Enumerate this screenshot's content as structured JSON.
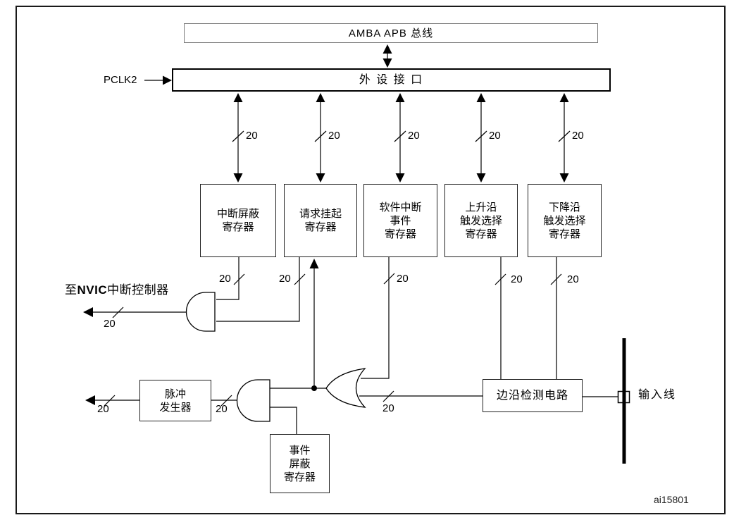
{
  "diagram": {
    "figure_id": "ai15801",
    "bus_width": "20",
    "apb_bus_label": "AMBA APB 总线",
    "peripheral_interface_label": "外 设 接 口",
    "pclk_label": "PCLK2",
    "registers": [
      {
        "name": "interrupt-mask-register",
        "label": "中断屏蔽\n寄存器"
      },
      {
        "name": "pending-request-register",
        "label": "请求挂起\n寄存器"
      },
      {
        "name": "software-interrupt-event-register",
        "label": "软件中断\n事件\n寄存器"
      },
      {
        "name": "rising-edge-trigger-select-register",
        "label": "上升沿\n触发选择\n寄存器"
      },
      {
        "name": "falling-edge-trigger-select-register",
        "label": "下降沿\n触发选择\n寄存器"
      }
    ],
    "nvic_label": {
      "prefix": "至",
      "bold": "NVIC",
      "suffix": "中断控制器"
    },
    "pulse_generator_label": "脉冲\n发生器",
    "event_mask_register_label": "事件\n屏蔽\n寄存器",
    "edge_detect_label": "边沿检测电路",
    "input_line_label": "输入线"
  }
}
